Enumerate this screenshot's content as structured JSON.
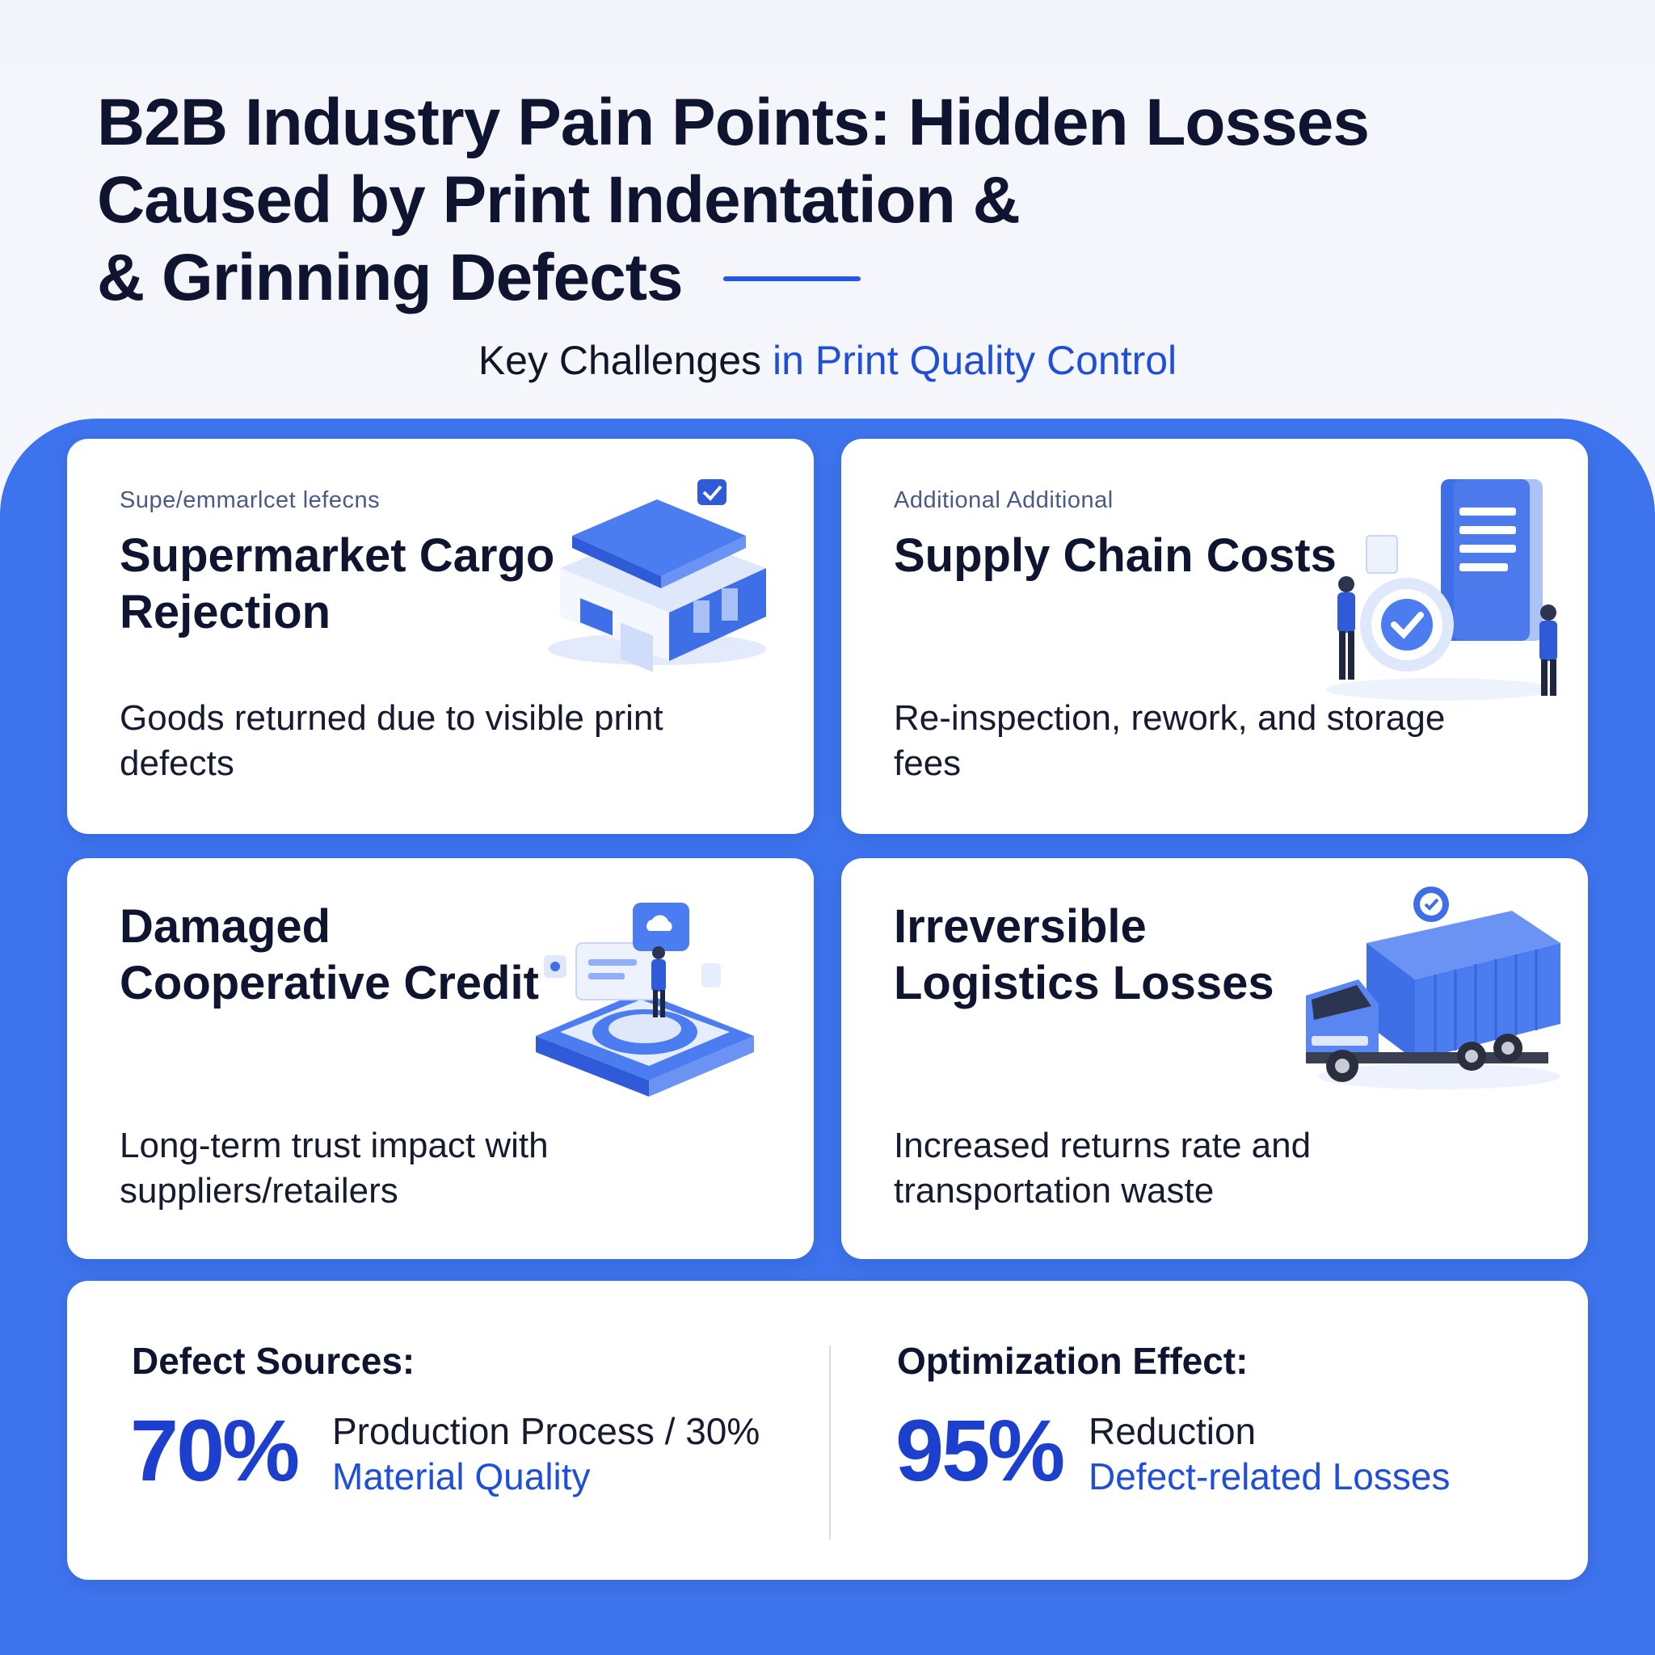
{
  "header": {
    "title_lines": [
      "B2B Industry Pain Points: Hidden Losses",
      "Caused by Print Indentation &",
      "& Grinning Defects"
    ],
    "subtitle_prefix": "Key Challenges",
    "subtitle_accent": "in Print Quality Control"
  },
  "cards": [
    {
      "eyebrow": "Supe/emmarlcet lefecns",
      "title": "Supermarket Cargo Rejection",
      "description": "Goods returned due to visible print defects",
      "icon": "supermarket-store-icon"
    },
    {
      "eyebrow": "Additional Additional",
      "title": "Supply Chain Costs",
      "description": "Re-inspection, rework, and storage fees",
      "icon": "document-check-icon"
    },
    {
      "eyebrow": "",
      "title": "Damaged Cooperative Credit",
      "description": "Long-term trust impact with suppliers/retailers",
      "icon": "trust-platform-icon"
    },
    {
      "eyebrow": "",
      "title": "Irreversible Logistics Losses",
      "description": "Increased returns rate and transportation waste",
      "icon": "delivery-truck-icon"
    }
  ],
  "stats": {
    "left": {
      "heading": "Defect Sources:",
      "value": "70%",
      "line1": "Production Process / 30%",
      "line2": "Material Quality"
    },
    "right": {
      "heading": "Optimization Effect:",
      "value": "95%",
      "line1": "Reduction",
      "line2": "Defect-related Losses"
    }
  },
  "colors": {
    "accent": "#1f4fd6",
    "panel": "#3d73ec",
    "text": "#0f1430"
  }
}
